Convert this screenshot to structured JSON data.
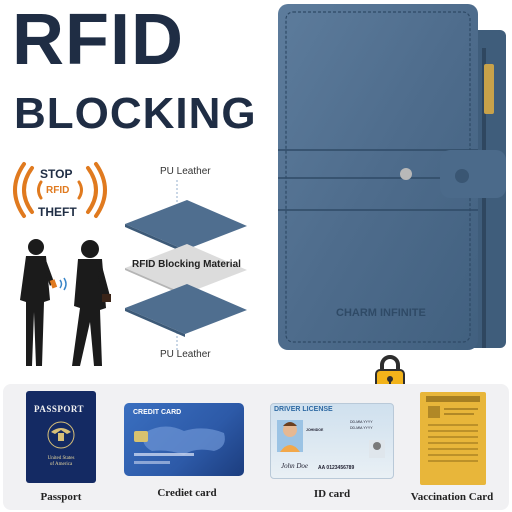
{
  "headline": {
    "line1": "RFID",
    "line2": "BLOCKING"
  },
  "stop_badge": {
    "top": "STOP",
    "middle": "RFID",
    "bottom": "THEFT"
  },
  "layers": {
    "top_label": "PU Leather",
    "middle_label": "RFID Blocking Material",
    "bottom_label": "PU Leather"
  },
  "wallet": {
    "brand": "CHARM INFINITE"
  },
  "documents": [
    {
      "caption": "Passport",
      "card_title": "PASSPORT",
      "card_subtitle": "United States of America"
    },
    {
      "caption": "Crediet card",
      "card_title": "CREDIT CARD"
    },
    {
      "caption": "ID card",
      "card_title": "DRIVER LICENSE"
    },
    {
      "caption": "Vaccination Card"
    }
  ],
  "id_card_details": {
    "name": "JOHNDOE",
    "number": "AA 0123456789",
    "signature": "John Doe",
    "issue": "DD-MM-YYYY",
    "expiry": "DD-MM-YYYY"
  },
  "colors": {
    "headline": "#1f2d44",
    "accent_orange": "#e07a1f",
    "wallet_blue": "#4f6e8f",
    "panel": "#f1f1f3"
  },
  "icons": [
    "rfid-signal-icon",
    "padlock-icon",
    "people-silhouette-icon"
  ]
}
